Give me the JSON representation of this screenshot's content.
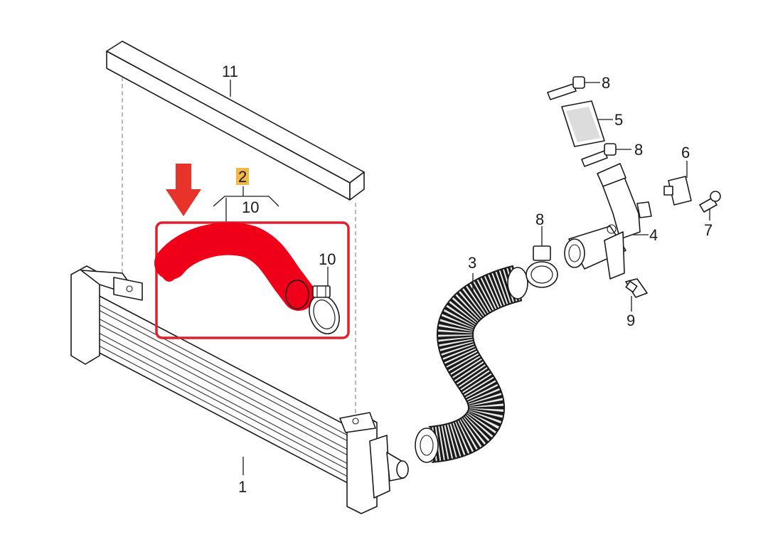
{
  "callouts": {
    "c1": "1",
    "c2": "2",
    "c3": "3",
    "c4": "4",
    "c5": "5",
    "c6": "6",
    "c7": "7",
    "c8a": "8",
    "c8b": "8",
    "c8c": "8",
    "c9": "9",
    "c10_group": "10",
    "c10_clamp": "10",
    "c11": "11"
  },
  "colors": {
    "highlight_frame": "#e0202c",
    "highlight_hose": "#f00018",
    "arrow": "#e8332a",
    "label_highlight": "#f2b84b",
    "line": "#1a1a1a"
  },
  "icons": {
    "pointer": "down-arrow-icon",
    "part_2": "red-charge-air-hose",
    "part_10": "hose-clamp"
  }
}
